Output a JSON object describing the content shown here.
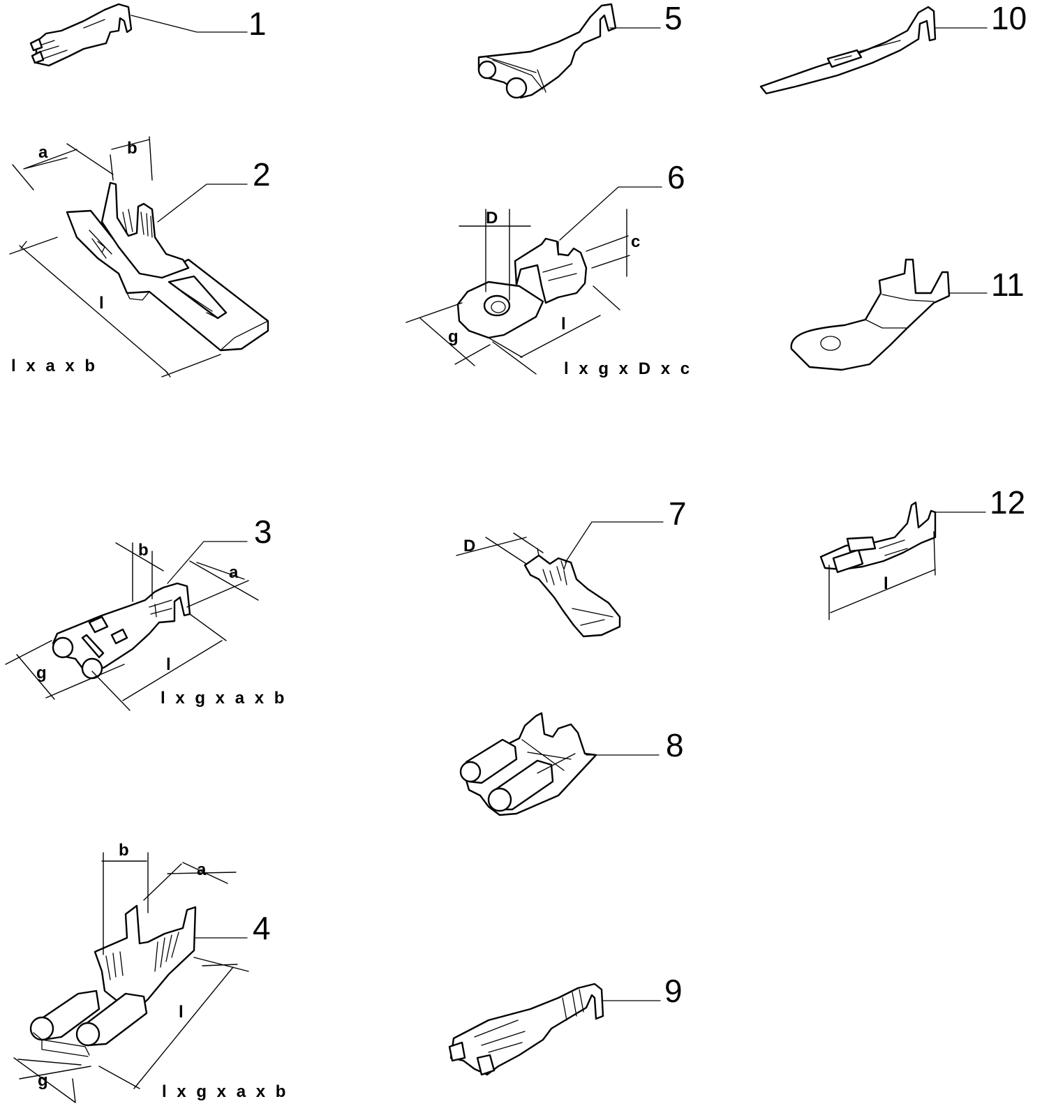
{
  "terminals": [
    {
      "number": "1"
    },
    {
      "number": "2",
      "formula": "l x a x b",
      "labels": [
        "a",
        "b",
        "l"
      ]
    },
    {
      "number": "3",
      "formula": "l x g x a x b",
      "labels": [
        "b",
        "a",
        "g",
        "l"
      ]
    },
    {
      "number": "4",
      "formula": "l x g x a x b",
      "labels": [
        "b",
        "a",
        "l",
        "g"
      ]
    },
    {
      "number": "5"
    },
    {
      "number": "6",
      "formula": "l x g x D x c",
      "labels": [
        "D",
        "c",
        "g",
        "l"
      ]
    },
    {
      "number": "7",
      "labels": [
        "D"
      ]
    },
    {
      "number": "8"
    },
    {
      "number": "9"
    },
    {
      "number": "10"
    },
    {
      "number": "11"
    },
    {
      "number": "12",
      "labels": [
        "l"
      ]
    }
  ]
}
